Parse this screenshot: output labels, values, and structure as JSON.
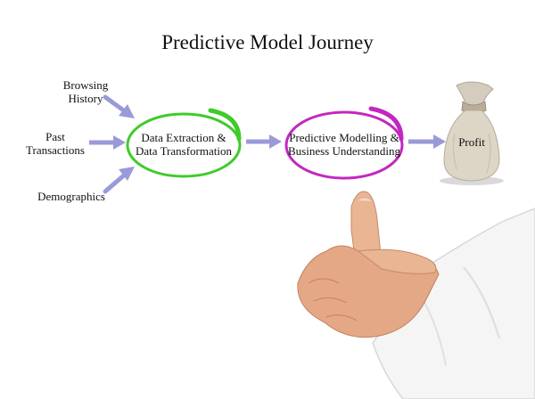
{
  "title": "Predictive Model Journey",
  "inputs": {
    "browsing": [
      "Browsing",
      "History"
    ],
    "past": [
      "Past",
      "Transactions"
    ],
    "demographics": "Demographics"
  },
  "step1": [
    "Data Extraction &",
    "Data Transformation"
  ],
  "step2": [
    "Predictive Modelling &",
    "Business Understanding"
  ],
  "result": "Profit",
  "colors": {
    "arrow": "#9A9AD9",
    "step1_ring": "#3FCB2A",
    "step2_ring": "#C427C0",
    "text": "#111111"
  },
  "icons": [
    "money-bag-icon",
    "pointing-hand-illustration"
  ]
}
